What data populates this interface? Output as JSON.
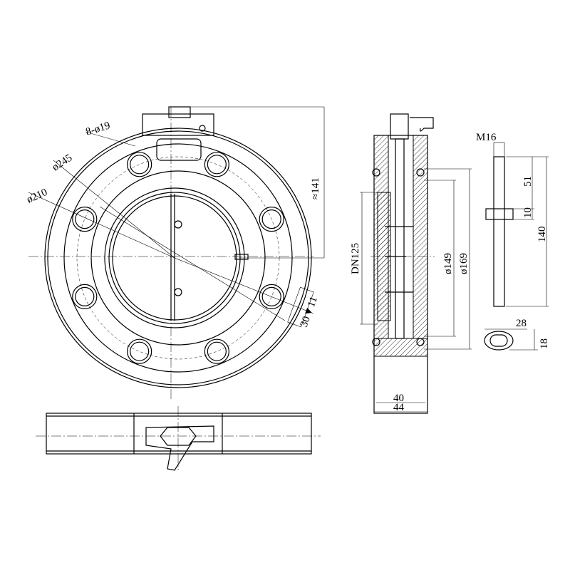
{
  "colors": {
    "line": "#000000",
    "background": "#ffffff"
  },
  "front_view": {
    "bolt_holes": "8-ø19",
    "outer_dia": "ø245",
    "pcd": "ø210",
    "height": "≈141",
    "bolt_slot": "30▼11"
  },
  "side_view": {
    "nominal": "DN125",
    "dia_149": "ø149",
    "dia_169": "ø169",
    "width_40": "40",
    "width_44": "44"
  },
  "stem_view": {
    "thread": "M16",
    "len_51": "51",
    "len_10": "10",
    "len_140": "140",
    "key_28": "28",
    "key_18": "18"
  }
}
